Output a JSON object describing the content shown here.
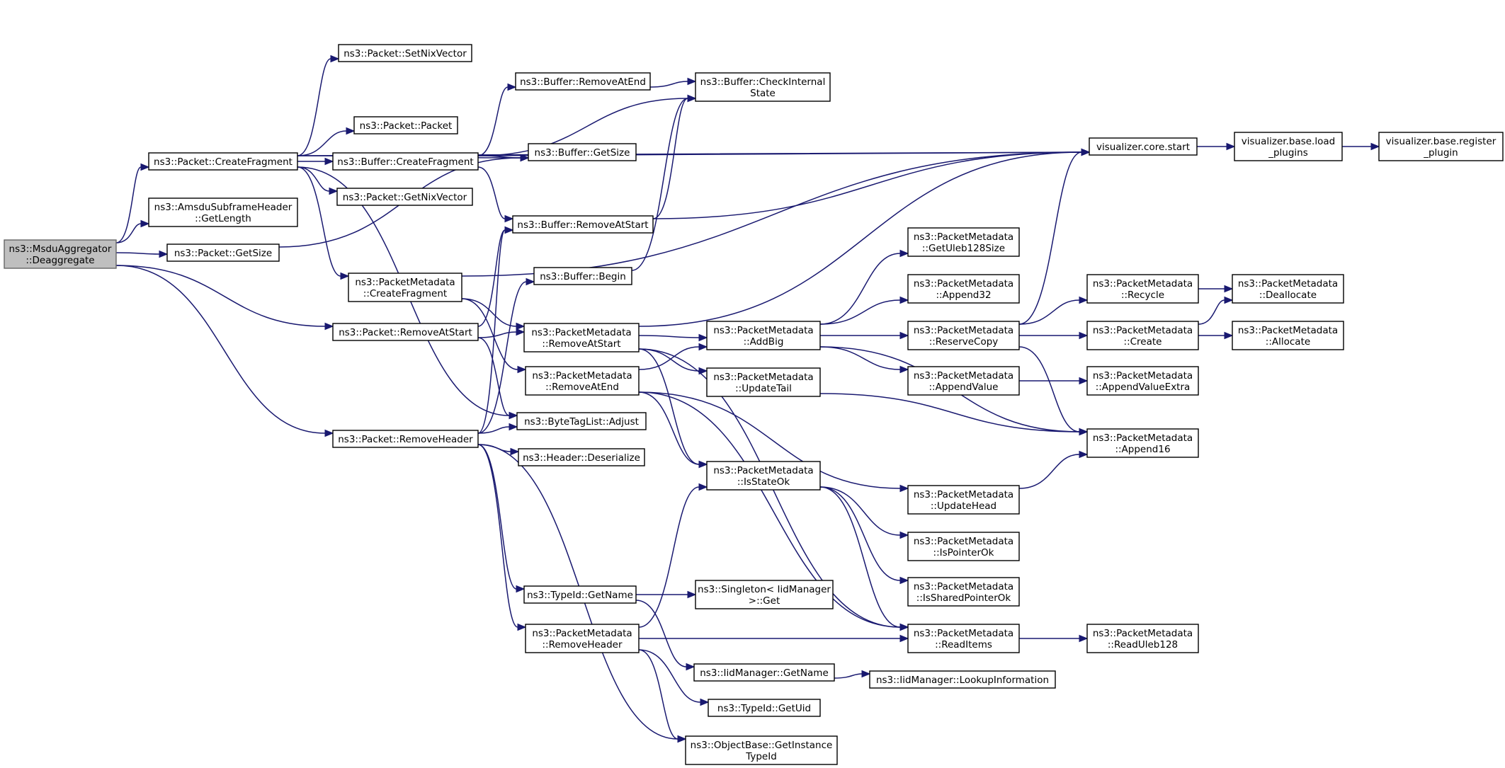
{
  "nodes": [
    {
      "id": "deagg",
      "lines": [
        "ns3::MsduAggregator",
        "::Deaggregate"
      ],
      "root": true
    },
    {
      "id": "pkt_createfrag",
      "lines": [
        "ns3::Packet::CreateFragment"
      ]
    },
    {
      "id": "amsdu_getlen",
      "lines": [
        "ns3::AmsduSubframeHeader",
        "::GetLength"
      ]
    },
    {
      "id": "pkt_getsize",
      "lines": [
        "ns3::Packet::GetSize"
      ]
    },
    {
      "id": "pkt_removeatstart",
      "lines": [
        "ns3::Packet::RemoveAtStart"
      ]
    },
    {
      "id": "pkt_removeheader",
      "lines": [
        "ns3::Packet::RemoveHeader"
      ]
    },
    {
      "id": "pkt_setnix",
      "lines": [
        "ns3::Packet::SetNixVector"
      ]
    },
    {
      "id": "pkt_packet",
      "lines": [
        "ns3::Packet::Packet"
      ]
    },
    {
      "id": "buf_createfrag",
      "lines": [
        "ns3::Buffer::CreateFragment"
      ]
    },
    {
      "id": "pkt_getnix",
      "lines": [
        "ns3::Packet::GetNixVector"
      ]
    },
    {
      "id": "pm_createfrag",
      "lines": [
        "ns3::PacketMetadata",
        "::CreateFragment"
      ]
    },
    {
      "id": "buf_removeatend",
      "lines": [
        "ns3::Buffer::RemoveAtEnd"
      ]
    },
    {
      "id": "buf_getsize",
      "lines": [
        "ns3::Buffer::GetSize"
      ]
    },
    {
      "id": "buf_removeatstart",
      "lines": [
        "ns3::Buffer::RemoveAtStart"
      ]
    },
    {
      "id": "buf_begin",
      "lines": [
        "ns3::Buffer::Begin"
      ]
    },
    {
      "id": "pm_removeatstart",
      "lines": [
        "ns3::PacketMetadata",
        "::RemoveAtStart"
      ]
    },
    {
      "id": "pm_removeatend",
      "lines": [
        "ns3::PacketMetadata",
        "::RemoveAtEnd"
      ]
    },
    {
      "id": "btl_adjust",
      "lines": [
        "ns3::ByteTagList::Adjust"
      ]
    },
    {
      "id": "hdr_deser",
      "lines": [
        "ns3::Header::Deserialize"
      ]
    },
    {
      "id": "typeid_getname",
      "lines": [
        "ns3::TypeId::GetName"
      ]
    },
    {
      "id": "pm_removeheader",
      "lines": [
        "ns3::PacketMetadata",
        "::RemoveHeader"
      ]
    },
    {
      "id": "buf_checkinternal",
      "lines": [
        "ns3::Buffer::CheckInternal",
        "State"
      ]
    },
    {
      "id": "viz_start",
      "lines": [
        "visualizer.core.start"
      ]
    },
    {
      "id": "viz_load",
      "lines": [
        "visualizer.base.load",
        "_plugins"
      ]
    },
    {
      "id": "viz_register",
      "lines": [
        "visualizer.base.register",
        "_plugin"
      ]
    },
    {
      "id": "pm_getuleb",
      "lines": [
        "ns3::PacketMetadata",
        "::GetUleb128Size"
      ]
    },
    {
      "id": "pm_append32",
      "lines": [
        "ns3::PacketMetadata",
        "::Append32"
      ]
    },
    {
      "id": "pm_addbig",
      "lines": [
        "ns3::PacketMetadata",
        "::AddBig"
      ]
    },
    {
      "id": "pm_updatetail",
      "lines": [
        "ns3::PacketMetadata",
        "::UpdateTail"
      ]
    },
    {
      "id": "pm_isstateok",
      "lines": [
        "ns3::PacketMetadata",
        "::IsStateOk"
      ]
    },
    {
      "id": "pm_reservecopy",
      "lines": [
        "ns3::PacketMetadata",
        "::ReserveCopy"
      ]
    },
    {
      "id": "pm_appendvalue",
      "lines": [
        "ns3::PacketMetadata",
        "::AppendValue"
      ]
    },
    {
      "id": "pm_updatehead",
      "lines": [
        "ns3::PacketMetadata",
        "::UpdateHead"
      ]
    },
    {
      "id": "pm_ispointerok",
      "lines": [
        "ns3::PacketMetadata",
        "::IsPointerOk"
      ]
    },
    {
      "id": "pm_issharedptrok",
      "lines": [
        "ns3::PacketMetadata",
        "::IsSharedPointerOk"
      ]
    },
    {
      "id": "pm_readitems",
      "lines": [
        "ns3::PacketMetadata",
        "::ReadItems"
      ]
    },
    {
      "id": "singleton_get",
      "lines": [
        "ns3::Singleton< IidManager",
        " >::Get"
      ]
    },
    {
      "id": "iid_getname",
      "lines": [
        "ns3::IidManager::GetName"
      ]
    },
    {
      "id": "iid_lookup",
      "lines": [
        "ns3::IidManager::LookupInformation"
      ]
    },
    {
      "id": "typeid_getuid",
      "lines": [
        "ns3::TypeId::GetUid"
      ]
    },
    {
      "id": "objbase_getinst",
      "lines": [
        "ns3::ObjectBase::GetInstance",
        "TypeId"
      ]
    },
    {
      "id": "pm_recycle",
      "lines": [
        "ns3::PacketMetadata",
        "::Recycle"
      ]
    },
    {
      "id": "pm_create",
      "lines": [
        "ns3::PacketMetadata",
        "::Create"
      ]
    },
    {
      "id": "pm_appendvalueextra",
      "lines": [
        "ns3::PacketMetadata",
        "::AppendValueExtra"
      ]
    },
    {
      "id": "pm_append16",
      "lines": [
        "ns3::PacketMetadata",
        "::Append16"
      ]
    },
    {
      "id": "pm_dealloc",
      "lines": [
        "ns3::PacketMetadata",
        "::Deallocate"
      ]
    },
    {
      "id": "pm_alloc",
      "lines": [
        "ns3::PacketMetadata",
        "::Allocate"
      ]
    },
    {
      "id": "pm_readuleb",
      "lines": [
        "ns3::PacketMetadata",
        "::ReadUleb128"
      ]
    }
  ],
  "edges": [
    [
      "deagg",
      "pkt_createfrag"
    ],
    [
      "deagg",
      "amsdu_getlen"
    ],
    [
      "deagg",
      "pkt_getsize"
    ],
    [
      "deagg",
      "pkt_removeatstart"
    ],
    [
      "deagg",
      "pkt_removeheader"
    ],
    [
      "pkt_createfrag",
      "pkt_setnix"
    ],
    [
      "pkt_createfrag",
      "pkt_packet"
    ],
    [
      "pkt_createfrag",
      "buf_createfrag"
    ],
    [
      "pkt_createfrag",
      "pkt_getnix"
    ],
    [
      "pkt_createfrag",
      "pm_createfrag"
    ],
    [
      "pkt_createfrag",
      "buf_getsize"
    ],
    [
      "pkt_createfrag",
      "viz_start"
    ],
    [
      "pkt_createfrag",
      "btl_adjust"
    ],
    [
      "pkt_getsize",
      "buf_getsize"
    ],
    [
      "pkt_removeatstart",
      "pm_removeatstart"
    ],
    [
      "pkt_removeatstart",
      "buf_removeatstart"
    ],
    [
      "pkt_removeatstart",
      "btl_adjust"
    ],
    [
      "pkt_removeheader",
      "btl_adjust"
    ],
    [
      "pkt_removeheader",
      "hdr_deser"
    ],
    [
      "pkt_removeheader",
      "typeid_getname"
    ],
    [
      "pkt_removeheader",
      "pm_removeheader"
    ],
    [
      "pkt_removeheader",
      "buf_begin"
    ],
    [
      "pkt_removeheader",
      "buf_removeatstart"
    ],
    [
      "pkt_removeheader",
      "objbase_getinst"
    ],
    [
      "buf_createfrag",
      "buf_removeatend"
    ],
    [
      "buf_createfrag",
      "buf_getsize"
    ],
    [
      "buf_createfrag",
      "buf_removeatstart"
    ],
    [
      "buf_createfrag",
      "buf_checkinternal"
    ],
    [
      "buf_createfrag",
      "viz_start"
    ],
    [
      "pm_createfrag",
      "pm_removeatstart"
    ],
    [
      "pm_createfrag",
      "pm_removeatend"
    ],
    [
      "pm_createfrag",
      "viz_start"
    ],
    [
      "buf_removeatend",
      "buf_checkinternal"
    ],
    [
      "buf_removeatstart",
      "buf_checkinternal"
    ],
    [
      "buf_removeatstart",
      "viz_start"
    ],
    [
      "buf_begin",
      "buf_checkinternal"
    ],
    [
      "pm_removeatstart",
      "pm_addbig"
    ],
    [
      "pm_removeatstart",
      "pm_updatetail"
    ],
    [
      "pm_removeatstart",
      "pm_isstateok"
    ],
    [
      "pm_removeatstart",
      "viz_start"
    ],
    [
      "pm_removeatstart",
      "pm_readitems"
    ],
    [
      "pm_removeatend",
      "pm_addbig"
    ],
    [
      "pm_removeatend",
      "pm_updatehead"
    ],
    [
      "pm_removeatend",
      "pm_isstateok"
    ],
    [
      "pm_removeatend",
      "pm_readitems"
    ],
    [
      "pm_removeheader",
      "pm_isstateok"
    ],
    [
      "pm_removeheader",
      "pm_readitems"
    ],
    [
      "pm_removeheader",
      "typeid_getuid"
    ],
    [
      "pm_removeheader",
      "objbase_getinst"
    ],
    [
      "typeid_getname",
      "singleton_get"
    ],
    [
      "typeid_getname",
      "iid_getname"
    ],
    [
      "iid_getname",
      "iid_lookup"
    ],
    [
      "pm_addbig",
      "pm_getuleb"
    ],
    [
      "pm_addbig",
      "pm_append32"
    ],
    [
      "pm_addbig",
      "pm_reservecopy"
    ],
    [
      "pm_addbig",
      "pm_appendvalue"
    ],
    [
      "pm_addbig",
      "pm_append16"
    ],
    [
      "pm_updatetail",
      "pm_append16"
    ],
    [
      "pm_updatehead",
      "pm_append16"
    ],
    [
      "pm_isstateok",
      "pm_ispointerok"
    ],
    [
      "pm_isstateok",
      "pm_issharedptrok"
    ],
    [
      "pm_isstateok",
      "pm_readitems"
    ],
    [
      "pm_reservecopy",
      "pm_recycle"
    ],
    [
      "pm_reservecopy",
      "pm_create"
    ],
    [
      "pm_reservecopy",
      "viz_start"
    ],
    [
      "pm_reservecopy",
      "pm_append16"
    ],
    [
      "pm_appendvalue",
      "pm_appendvalueextra"
    ],
    [
      "pm_recycle",
      "pm_dealloc"
    ],
    [
      "pm_create",
      "pm_dealloc"
    ],
    [
      "pm_create",
      "pm_alloc"
    ],
    [
      "pm_readitems",
      "pm_readuleb"
    ],
    [
      "viz_start",
      "viz_load"
    ],
    [
      "viz_load",
      "viz_register"
    ]
  ]
}
